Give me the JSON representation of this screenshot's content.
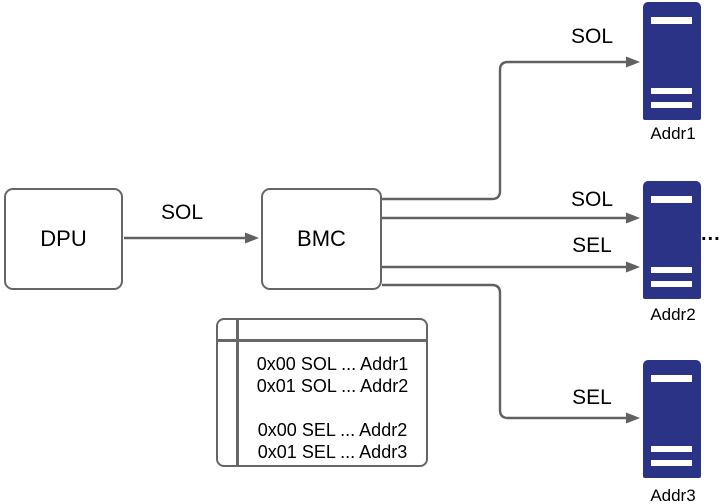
{
  "nodes": {
    "dpu": {
      "label": "DPU"
    },
    "bmc": {
      "label": "BMC"
    },
    "servers": [
      {
        "label": "Addr1"
      },
      {
        "label": "Addr2"
      },
      {
        "label": "Addr3"
      }
    ],
    "ellipsis": "..."
  },
  "edges": {
    "dpu_to_bmc": {
      "label": "SOL"
    },
    "bmc_to_addr1": {
      "label": "SOL"
    },
    "bmc_to_addr2_sol": {
      "label": "SOL"
    },
    "bmc_to_addr2_sel": {
      "label": "SEL"
    },
    "bmc_to_addr3": {
      "label": "SEL"
    }
  },
  "mapping_table": {
    "rows": [
      "0x00 SOL ... Addr1",
      "0x01 SOL ... Addr2",
      "",
      "0x00 SEL ... Addr2",
      "0x01 SEL ... Addr3"
    ]
  },
  "colors": {
    "server_fill": "#2b3387",
    "line_stroke": "#666666",
    "text": "#000000"
  }
}
